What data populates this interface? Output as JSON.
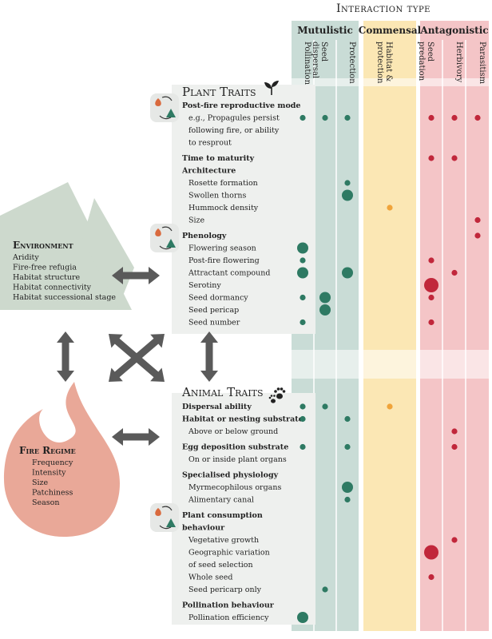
{
  "header": {
    "interaction_type": "Interaction type",
    "groups": [
      {
        "label": "Mutulistic",
        "columns": [
          "Pollination",
          "Seed dispersal",
          "Protection"
        ],
        "color": "#c9dcd6"
      },
      {
        "label": "Commensal",
        "columns": [
          "Habitat & protection"
        ],
        "color": "#fbe7b4"
      },
      {
        "label": "Antagonistic",
        "columns": [
          "Seed predation",
          "Herbivory",
          "Parasitism"
        ],
        "color": "#f4c5c7"
      }
    ]
  },
  "environment": {
    "title": "Environment",
    "items": [
      "Aridity",
      "Fire-free refugia",
      "Habitat structure",
      "Habitat connectivity",
      "Habitat successional stage"
    ]
  },
  "fire_regime": {
    "title": "Fire Regime",
    "items": [
      "Frequency",
      "Intensity",
      "Size",
      "Patchiness",
      "Season"
    ]
  },
  "plant_traits": {
    "title": "Plant Traits",
    "rows": [
      {
        "label": "Post-fire reproductive mode",
        "header": true,
        "icon": true
      },
      {
        "label": "e.g., Propagules persist",
        "dots": [
          1,
          1,
          1,
          0,
          1,
          1,
          1
        ]
      },
      {
        "label": "following fire, or ability"
      },
      {
        "label": "to resprout"
      },
      {
        "label": "Time to maturity",
        "header": true,
        "dots": [
          0,
          0,
          0,
          0,
          1,
          1,
          0
        ]
      },
      {
        "label": "Architecture",
        "header": true
      },
      {
        "label": "Rosette formation",
        "dots": [
          0,
          0,
          1,
          0,
          0,
          0,
          0
        ]
      },
      {
        "label": "Swollen thorns",
        "dots": [
          0,
          0,
          3,
          0,
          0,
          0,
          0
        ]
      },
      {
        "label": "Hummock density",
        "dots": [
          0,
          0,
          0,
          1,
          0,
          0,
          0
        ]
      },
      {
        "label": "Size",
        "dots": [
          0,
          0,
          0,
          0,
          0,
          0,
          1
        ]
      },
      {
        "label": "Phenology",
        "header": true,
        "icon": true,
        "dots": [
          0,
          0,
          0,
          0,
          0,
          0,
          1
        ]
      },
      {
        "label": "Flowering season",
        "dots": [
          3,
          0,
          0,
          0,
          0,
          0,
          0
        ]
      },
      {
        "label": "Post-fire flowering",
        "dots": [
          1,
          0,
          0,
          0,
          1,
          0,
          0
        ]
      },
      {
        "label": "Attractant compound",
        "dots": [
          3,
          0,
          3,
          0,
          0,
          1,
          0
        ]
      },
      {
        "label": "Serotiny",
        "dots": [
          0,
          0,
          0,
          0,
          4,
          0,
          0
        ]
      },
      {
        "label": "Seed dormancy",
        "dots": [
          1,
          3,
          0,
          0,
          1,
          0,
          0
        ]
      },
      {
        "label": "Seed pericap",
        "dots": [
          0,
          3,
          0,
          0,
          0,
          0,
          0
        ]
      },
      {
        "label": "Seed number",
        "dots": [
          1,
          0,
          0,
          0,
          1,
          0,
          0
        ]
      }
    ]
  },
  "animal_traits": {
    "title": "Animal Traits",
    "rows": [
      {
        "label": "Dispersal ability",
        "header": true,
        "dots": [
          1,
          1,
          0,
          1,
          0,
          0,
          0
        ]
      },
      {
        "label": "Habitat or nesting substrate",
        "header": true,
        "dots": [
          1,
          0,
          1,
          0,
          0,
          0,
          0
        ]
      },
      {
        "label": "Above or below ground",
        "dots": [
          0,
          0,
          0,
          0,
          0,
          1,
          0
        ]
      },
      {
        "label": "Egg deposition substrate",
        "header": true,
        "dots": [
          1,
          0,
          1,
          0,
          0,
          1,
          0
        ]
      },
      {
        "label": "On or inside plant organs"
      },
      {
        "label": "Specialised physiology",
        "header": true
      },
      {
        "label": "Myrmecophilous organs",
        "dots": [
          0,
          0,
          3,
          0,
          0,
          0,
          0
        ]
      },
      {
        "label": "Alimentary canal",
        "dots": [
          0,
          0,
          1,
          0,
          0,
          0,
          0
        ]
      },
      {
        "label": "Plant consumption",
        "header": true,
        "icon": true
      },
      {
        "label": "behaviour",
        "header": true
      },
      {
        "label": "Vegetative growth",
        "dots": [
          0,
          0,
          0,
          0,
          0,
          1,
          0
        ]
      },
      {
        "label": "Geographic variation",
        "dots": [
          0,
          0,
          0,
          0,
          4,
          0,
          0
        ]
      },
      {
        "label": "of seed selection"
      },
      {
        "label": "Whole seed",
        "dots": [
          0,
          0,
          0,
          0,
          1,
          0,
          0
        ]
      },
      {
        "label": "Seed pericarp only",
        "dots": [
          0,
          1,
          0,
          0,
          0,
          0,
          0
        ]
      },
      {
        "label": "Pollination behaviour",
        "header": true
      },
      {
        "label": "Pollination efficiency",
        "dots": [
          3,
          0,
          0,
          0,
          0,
          0,
          0
        ]
      }
    ]
  },
  "colors": {
    "mutualistic_dot": "#2e7a63",
    "commensal_dot": "#f0a43a",
    "antagonistic_dot": "#c1273b",
    "environment_fill": "#cdd9cd",
    "fire_fill": "#e9a898",
    "trait_panel": "#eef0ee",
    "arrow": "#5a5a5a"
  },
  "icons": {
    "cycle": "fire-cycle-icon",
    "plant": "sprout-icon",
    "animal": "paw-icon"
  }
}
